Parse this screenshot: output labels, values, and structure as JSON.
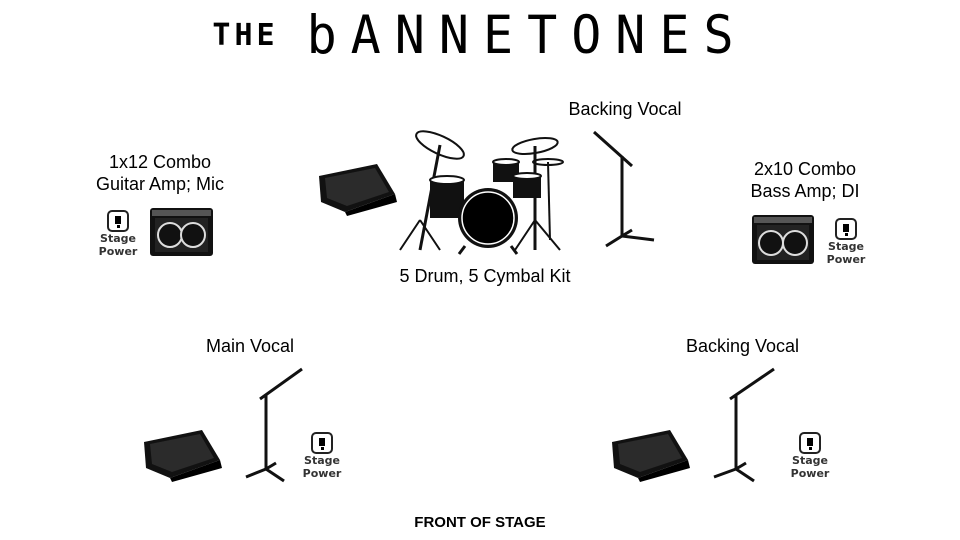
{
  "header": {
    "title_prefix": "THE",
    "title_main": "bANNETONES"
  },
  "stage": {
    "drum_kit_label": "5 Drum, 5 Cymbal Kit",
    "backing_vocal_upper_label": "Backing Vocal",
    "guitar_label_line1": "1x12 Combo",
    "guitar_label_line2": "Guitar Amp; Mic",
    "bass_label_line1": "2x10 Combo",
    "bass_label_line2": "Bass Amp; DI",
    "main_vocal_label": "Main Vocal",
    "backing_vocal_lower_label": "Backing Vocal",
    "front_label": "FRONT OF STAGE",
    "power_line1": "Stage",
    "power_line2": "Power"
  }
}
